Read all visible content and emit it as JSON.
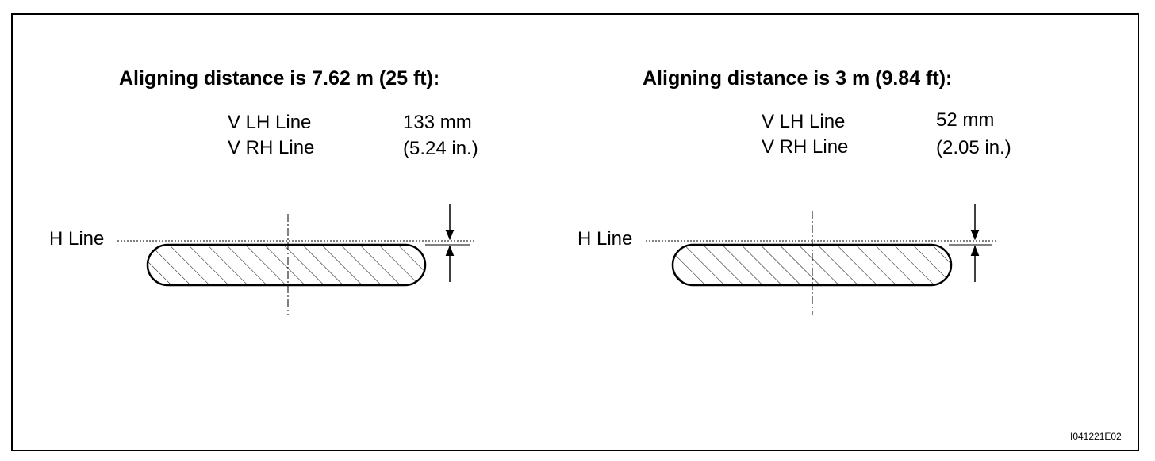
{
  "panels": [
    {
      "title": "Aligning distance is 7.62 m (25 ft):",
      "vlh_label": "V LH Line",
      "vrh_label": "V RH Line",
      "value_metric": "133 mm",
      "value_imperial": "(5.24 in.)",
      "h_line_label": "H Line"
    },
    {
      "title": "Aligning distance is 3 m (9.84 ft):",
      "vlh_label": "V LH Line",
      "vrh_label": "V RH Line",
      "value_metric": "52 mm",
      "value_imperial": "(2.05 in.)",
      "h_line_label": "H Line"
    }
  ],
  "figure_code": "I041221E02"
}
